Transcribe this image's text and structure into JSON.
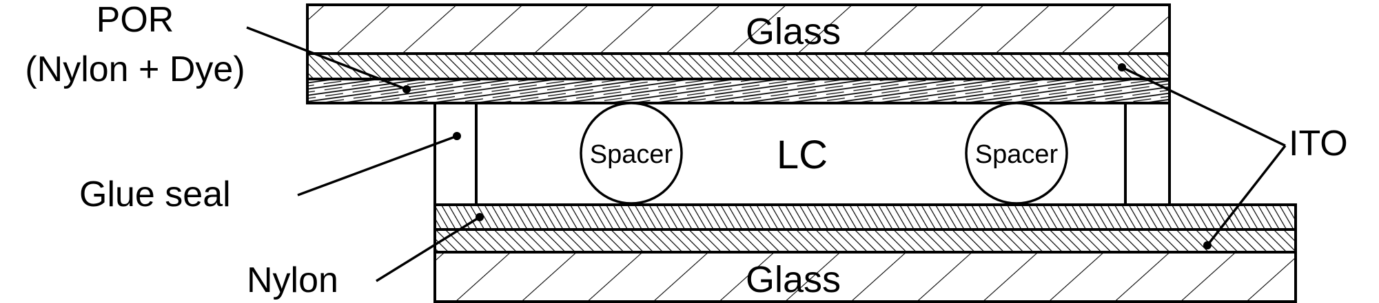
{
  "labels": {
    "por_line1": "POR",
    "por_line2": "(Nylon + Dye)",
    "glass_top": "Glass",
    "glass_bottom": "Glass",
    "lc": "LC",
    "spacer_left": "Spacer",
    "spacer_right": "Spacer",
    "ito": "ITO",
    "glue_seal": "Glue seal",
    "nylon": "Nylon"
  },
  "colors": {
    "ink": "#000000",
    "background": "#ffffff"
  }
}
